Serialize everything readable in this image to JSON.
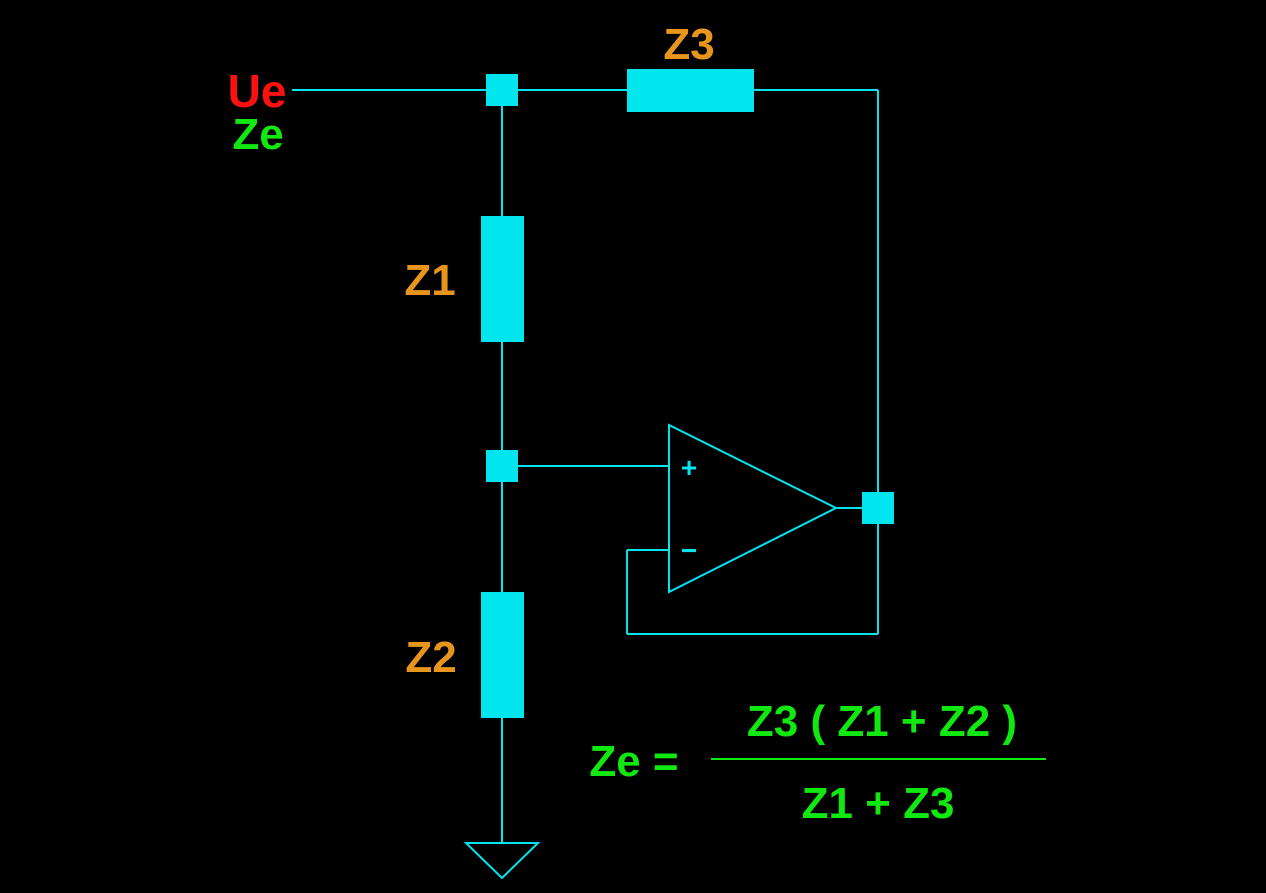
{
  "colors": {
    "background": "#000000",
    "wire": "#00e5ee",
    "component_label": "#e8951e",
    "input_voltage": "#ff1010",
    "input_impedance": "#10e810",
    "formula": "#10e810"
  },
  "labels": {
    "input_voltage": "Ue",
    "input_impedance": "Ze",
    "z1": "Z1",
    "z2": "Z2",
    "z3": "Z3",
    "opamp_plus": "+",
    "opamp_minus": "−"
  },
  "formula": {
    "lhs": "Ze =",
    "numerator": "Z3 ( Z1 + Z2 )",
    "denominator": "Z1 + Z3"
  }
}
